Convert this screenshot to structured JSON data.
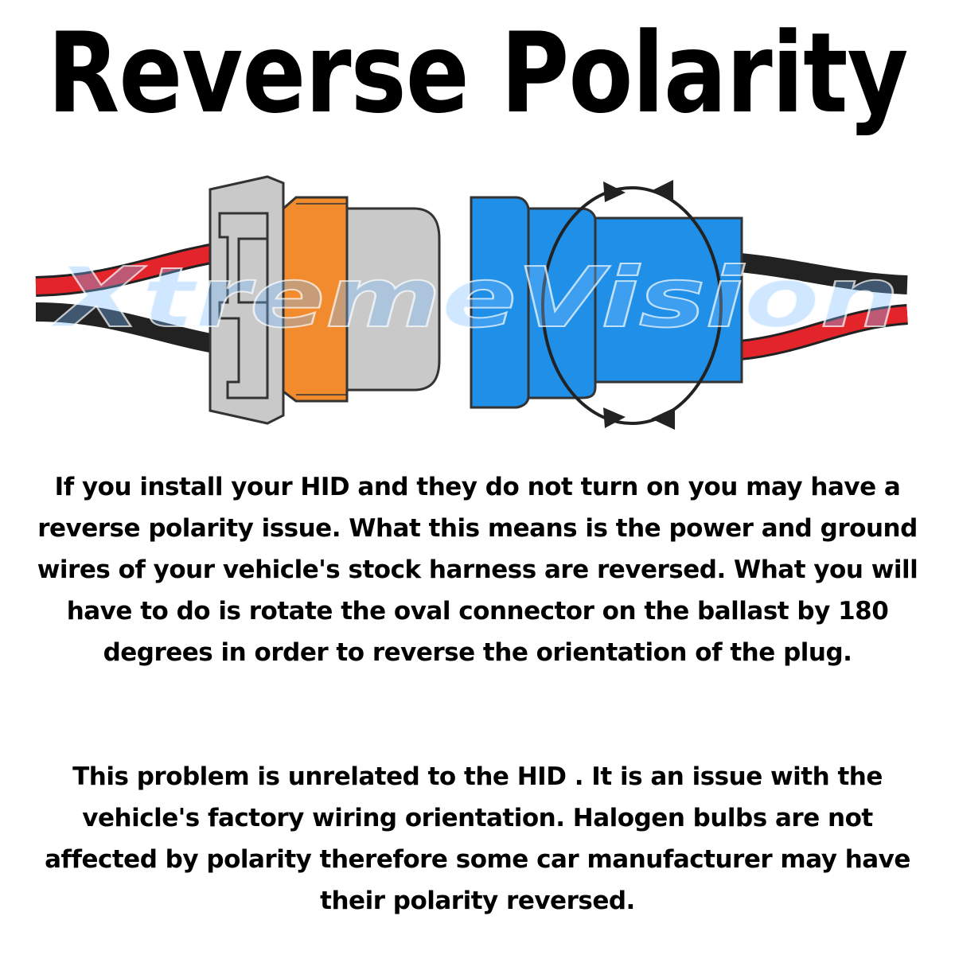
{
  "title": "Reverse Polarity",
  "watermark": "XtremeVision",
  "paragraph_1": "If you install your HID and they do not turn on you may have a reverse polarity issue. What this means is the power and ground wires of your vehicle's stock harness are reversed. What you will have to do is rotate the oval connector on the ballast by 180 degrees in order to reverse the orientation of the plug.",
  "paragraph_2": "This problem is unrelated to the HID . It is an issue with the vehicle's factory wiring orientation. Halogen bulbs are not affected by polarity therefore some car manufacturer may have their polarity reversed.",
  "colors": {
    "wire_red": "#e3242b",
    "wire_black": "#222222",
    "connector_gray": "#c9c9c9",
    "connector_orange": "#f28a2e",
    "connector_blue": "#1f8fe8",
    "arrow": "#222222"
  }
}
